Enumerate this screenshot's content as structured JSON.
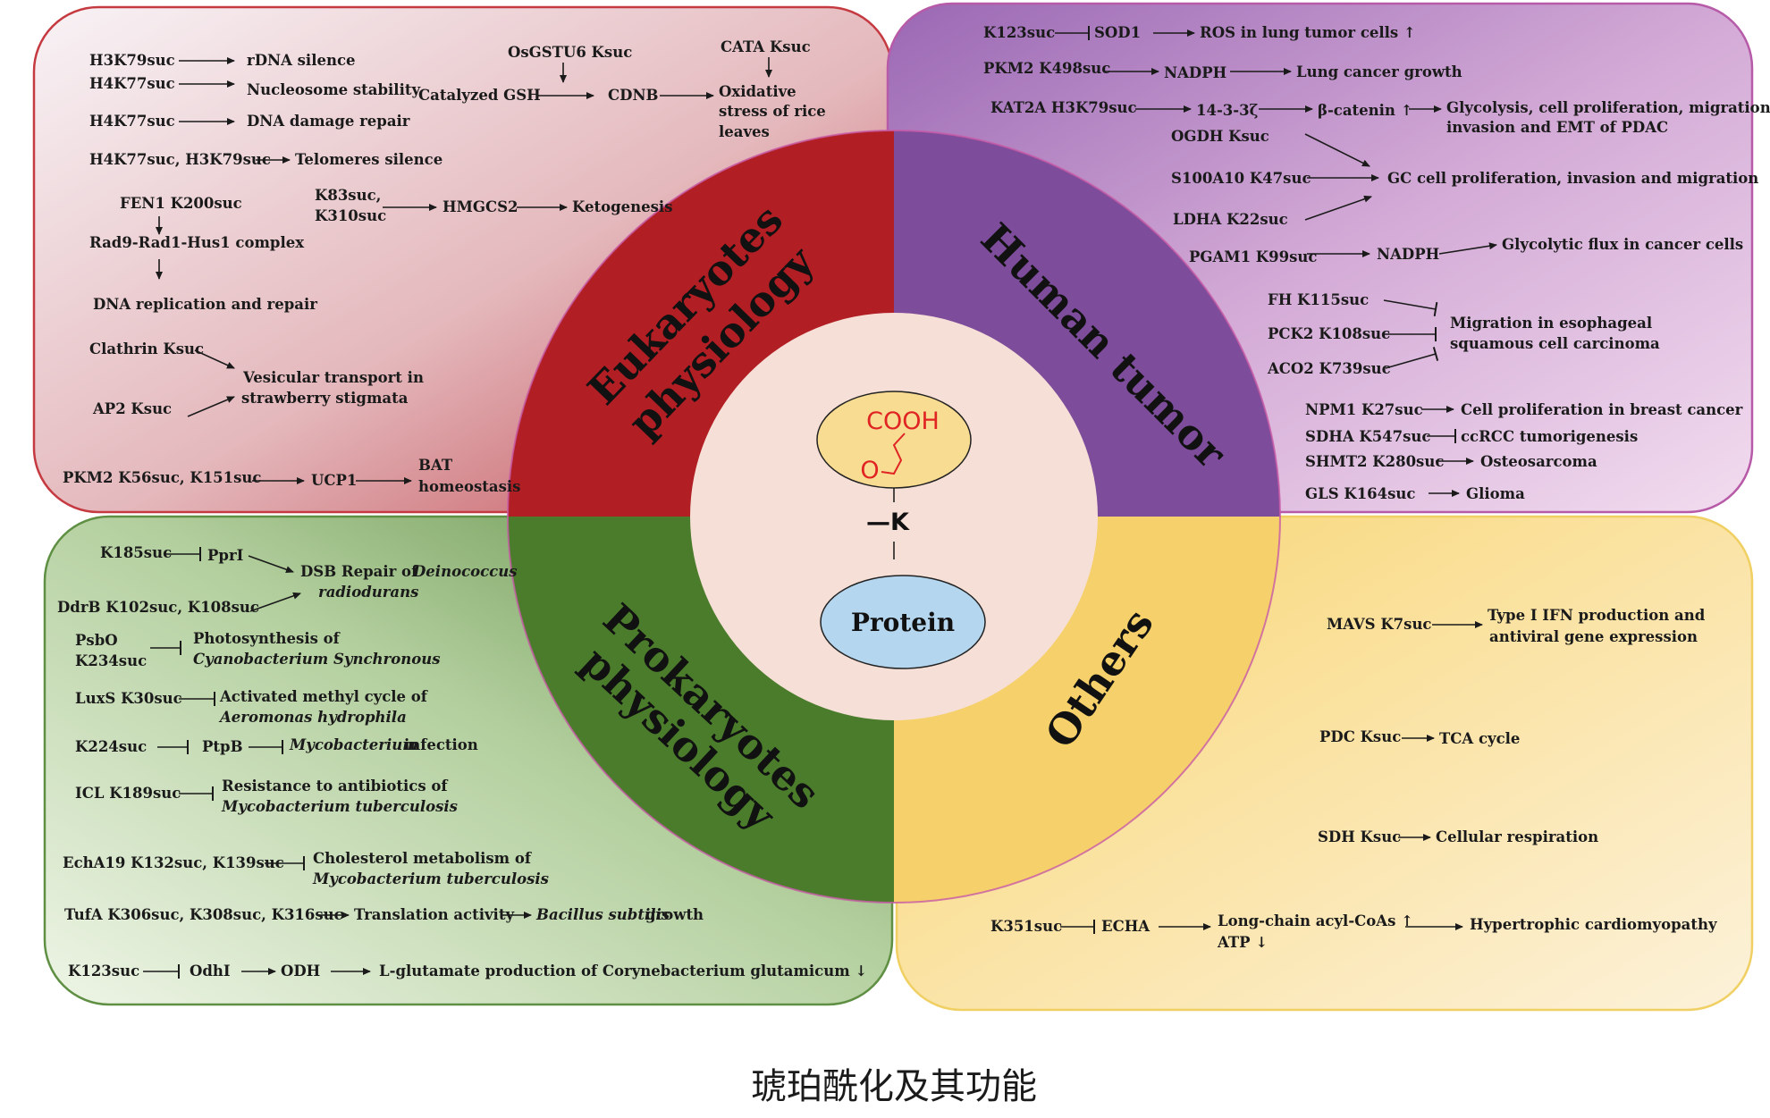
{
  "caption": "琥珀酰化及其功能",
  "colors": {
    "eukaryotes_dark": "#b11e24",
    "eukaryotes_light": "#f4eef2",
    "tumor_dark": "#7d4c9b",
    "tumor_light": "#efd6ea",
    "prokaryotes_dark": "#4a7c2c",
    "prokaryotes_light": "#e6f0dc",
    "others_dark": "#f6d06a",
    "others_light": "#fbf1d8",
    "center_disc": "#f6dfd6"
  },
  "center": {
    "cooh": "COOH",
    "oxygen": "O",
    "lysine": "—K",
    "protein": "Protein"
  },
  "quadrants": {
    "eukaryotes": {
      "title1": "Eukaryotes",
      "title2": "physiology",
      "items": [
        "H3K79suc",
        "rDNA silence",
        "H4K77suc",
        "Nucleosome stability",
        "H4K77suc",
        "DNA damage repair",
        "H4K77suc, H3K79suc",
        "Telomeres silence",
        "OsGSTU6 Ksuc",
        "CATA Ksuc",
        "Catalyzed GSH",
        "CDNB",
        "Oxidative",
        "stress of rice",
        "leaves",
        "FEN1 K200suc",
        "Rad9-Rad1-Hus1 complex",
        "DNA replication and repair",
        "K83suc,",
        "K310suc",
        "HMGCS2",
        "Ketogenesis",
        "Clathrin Ksuc",
        "AP2 Ksuc",
        "Vesicular transport in",
        "strawberry stigmata",
        "PKM2 K56suc, K151suc",
        "UCP1",
        "BAT",
        "homeostasis"
      ]
    },
    "tumor": {
      "title": "Human tumor",
      "items": [
        "K123suc",
        "SOD1",
        "ROS in lung tumor cells ↑",
        "PKM2 K498suc",
        "NADPH",
        "Lung cancer growth",
        "KAT2A H3K79suc",
        "14-3-3ζ",
        "β-catenin ↑",
        "Glycolysis, cell proliferation, migration,",
        "invasion and EMT of PDAC",
        "OGDH Ksuc",
        "S100A10  K47suc",
        "GC cell proliferation, invasion and migration",
        "LDHA  K22suc",
        "PGAM1 K99suc",
        "NADPH",
        "Glycolytic flux in cancer cells",
        "FH K115suc",
        "PCK2 K108suc",
        "ACO2 K739suc",
        "Migration in esophageal",
        "squamous cell carcinoma",
        "NPM1 K27suc",
        "Cell proliferation in breast cancer",
        "SDHA K547suc",
        "ccRCC tumorigenesis",
        "SHMT2 K280suc",
        "Osteosarcoma",
        "GLS  K164suc",
        "Glioma"
      ]
    },
    "prokaryotes": {
      "title1": "Prokaryotes",
      "title2": "physiology",
      "items": [
        "K185suc",
        "PprI",
        "DSB Repair of",
        "Deinococcus",
        "radiodurans",
        "DdrB K102suc, K108suc",
        "PsbO",
        "K234suc",
        "Photosynthesis of",
        "Cyanobacterium Synchronous",
        "LuxS K30suc",
        "Activated methyl cycle of",
        "Aeromonas hydrophila",
        "K224suc",
        "PtpB",
        "Mycobacterium",
        "infection",
        "ICL K189suc",
        "Resistance to antibiotics of",
        "Mycobacterium tuberculosis",
        "EchA19 K132suc, K139suc",
        "Cholesterol metabolism of",
        "Mycobacterium tuberculosis",
        "TufA K306suc, K308suc, K316suc",
        "Translation activity",
        "Bacillus subtilis",
        "growth",
        "K123suc",
        "OdhI",
        "ODH",
        "L-glutamate production of Corynebacterium glutamicum ↓"
      ]
    },
    "others": {
      "title": "Others",
      "items": [
        "MAVS K7suc",
        "Type I IFN production and",
        "antiviral gene expression",
        "PDC Ksuc",
        "TCA cycle",
        "SDH Ksuc",
        "Cellular respiration",
        "K351suc",
        "ECHA",
        "Long-chain acyl-CoAs ↑",
        "ATP ↓",
        "Hypertrophic cardiomyopathy"
      ]
    }
  }
}
